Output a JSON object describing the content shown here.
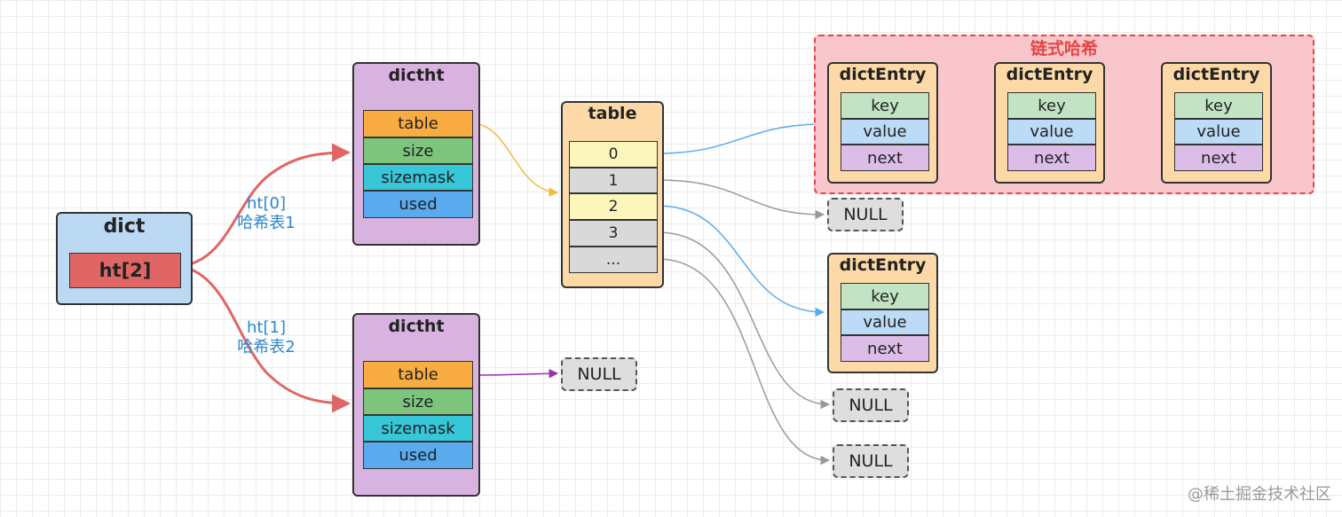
{
  "dict": {
    "title": "dict",
    "field": "ht[2]"
  },
  "edge_labels": {
    "ht0_index": "ht[0]",
    "ht0_name": "哈希表1",
    "ht1_index": "ht[1]",
    "ht1_name": "哈希表2"
  },
  "dictht0": {
    "title": "dictht",
    "fields": [
      "table",
      "size",
      "sizemask",
      "used"
    ]
  },
  "dictht1": {
    "title": "dictht",
    "fields": [
      "table",
      "size",
      "sizemask",
      "used"
    ]
  },
  "table": {
    "title": "table",
    "slots": [
      "0",
      "1",
      "2",
      "3",
      "..."
    ]
  },
  "chain": {
    "title": "链式哈希",
    "entries": [
      {
        "title": "dictEntry",
        "fields": [
          "key",
          "value",
          "next"
        ]
      },
      {
        "title": "dictEntry",
        "fields": [
          "key",
          "value",
          "next"
        ]
      },
      {
        "title": "dictEntry",
        "fields": [
          "key",
          "value",
          "next"
        ]
      }
    ]
  },
  "entry_slot2": {
    "title": "dictEntry",
    "fields": [
      "key",
      "value",
      "next"
    ]
  },
  "null_label": "NULL",
  "watermark": "@稀土掘金技术社区",
  "colors": {
    "dict_bg": "#bcd9f3",
    "ht_cell": "#e06666",
    "dictht_bg": "#d9b3e0",
    "table_field": "#f9ac42",
    "size_field": "#7dc57d",
    "sizemask_field": "#38c6d9",
    "used_field": "#5aabee",
    "table_bg": "#fcd9a6",
    "slot_yellow": "#fcf6bd",
    "slot_gray": "#d9d9d9",
    "entry_bg": "#fcd9a6",
    "key_field": "#c2e4c4",
    "value_field": "#bcdbf6",
    "next_field": "#dcbde8",
    "chain_bg": "#f9c6cb",
    "chain_border": "#e64545",
    "arrow_red": "#e06666",
    "arrow_orange": "#f4b942",
    "arrow_blue": "#5aabee",
    "arrow_gray": "#999999",
    "arrow_purple": "#9b2fb0"
  }
}
